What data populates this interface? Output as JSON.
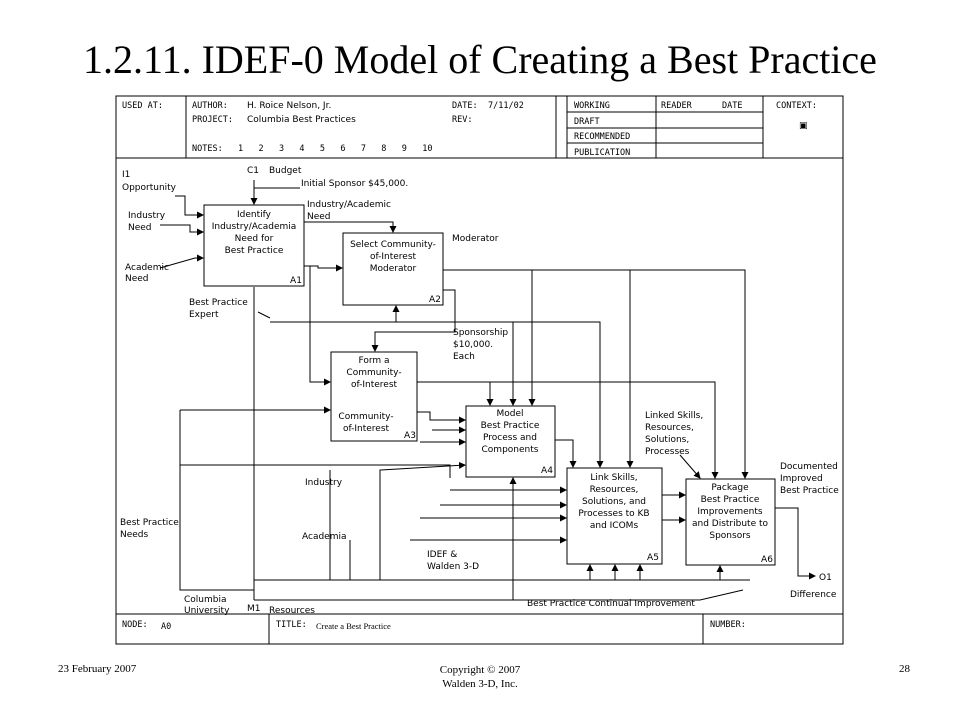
{
  "slide": {
    "title": "1.2.11. IDEF-0 Model of Creating a Best Practice",
    "footer_date": "23 February 2007",
    "footer_copyright_line1": "Copyright © 2007",
    "footer_copyright_line2": "Walden 3-D, Inc.",
    "page_number": "28"
  },
  "header": {
    "used_at": "USED AT:",
    "author_label": "AUTHOR:",
    "author": "H. Roice Nelson, Jr.",
    "project_label": "PROJECT:",
    "project": "Columbia Best Practices",
    "notes_label": "NOTES:",
    "notes_numbers": "1   2   3   4   5   6   7   8   9   10",
    "date_label": "DATE:",
    "date": "7/11/02",
    "rev_label": "REV:",
    "status": [
      "WORKING",
      "DRAFT",
      "RECOMMENDED",
      "PUBLICATION"
    ],
    "reader_label": "READER",
    "date2_label": "DATE",
    "context_label": "CONTEXT:",
    "context_marker": "▣"
  },
  "footer_frame": {
    "node_label": "NODE:",
    "node": "A0",
    "title_label": "TITLE:",
    "title": "Create a  Best Practice",
    "number_label": "NUMBER:"
  },
  "boxes": [
    {
      "lines": [
        "Identify",
        "Industry/Academia",
        "Need for",
        "Best Practice"
      ],
      "id": "A1"
    },
    {
      "lines": [
        "Select Community-",
        "of-Interest",
        "Moderator"
      ],
      "id": "A2"
    },
    {
      "lines": [
        "Form a",
        "Community-",
        "of-Interest"
      ],
      "id": "A3",
      "extra": [
        "Community-",
        "of-Interest"
      ]
    },
    {
      "lines": [
        "Model",
        "Best Practice",
        "Process and",
        "Components"
      ],
      "id": "A4"
    },
    {
      "lines": [
        "Link Skills,",
        "Resources,",
        "Solutions, and",
        "Processes to KB",
        "and ICOMs"
      ],
      "id": "A5"
    },
    {
      "lines": [
        "Package",
        "Best Practice",
        "Improvements",
        "and Distribute to",
        "Sponsors"
      ],
      "id": "A6"
    }
  ],
  "labels": {
    "i1": [
      "I1",
      "Opportunity"
    ],
    "industry_need": [
      "Industry",
      "Need"
    ],
    "academic_need": [
      "Academic",
      "Need"
    ],
    "c1": "C1",
    "budget": "Budget",
    "initial_sponsor": "Initial Sponsor $45,000.",
    "ind_acad_need": [
      "Industry/Academic",
      "Need"
    ],
    "moderator": "Moderator",
    "bp_expert": [
      "Best Practice",
      "Expert"
    ],
    "sponsorship": [
      "Sponsorship",
      "$10,000.",
      "Each"
    ],
    "linked_skills": [
      "Linked Skills,",
      "Resources,",
      "Solutions,",
      "Processes"
    ],
    "documented": [
      "Documented",
      "Improved",
      "Best Practice"
    ],
    "industry": "Industry",
    "academia": "Academia",
    "bp_needs": [
      "Best Practice",
      "Needs"
    ],
    "idef": [
      "IDEF &",
      "Walden 3-D"
    ],
    "o1": "O1",
    "difference": "Difference",
    "continual": "Best Practice Continual Improvement",
    "columbia": [
      "Columbia",
      "University"
    ],
    "m1": "M1",
    "resources": "Resources"
  }
}
